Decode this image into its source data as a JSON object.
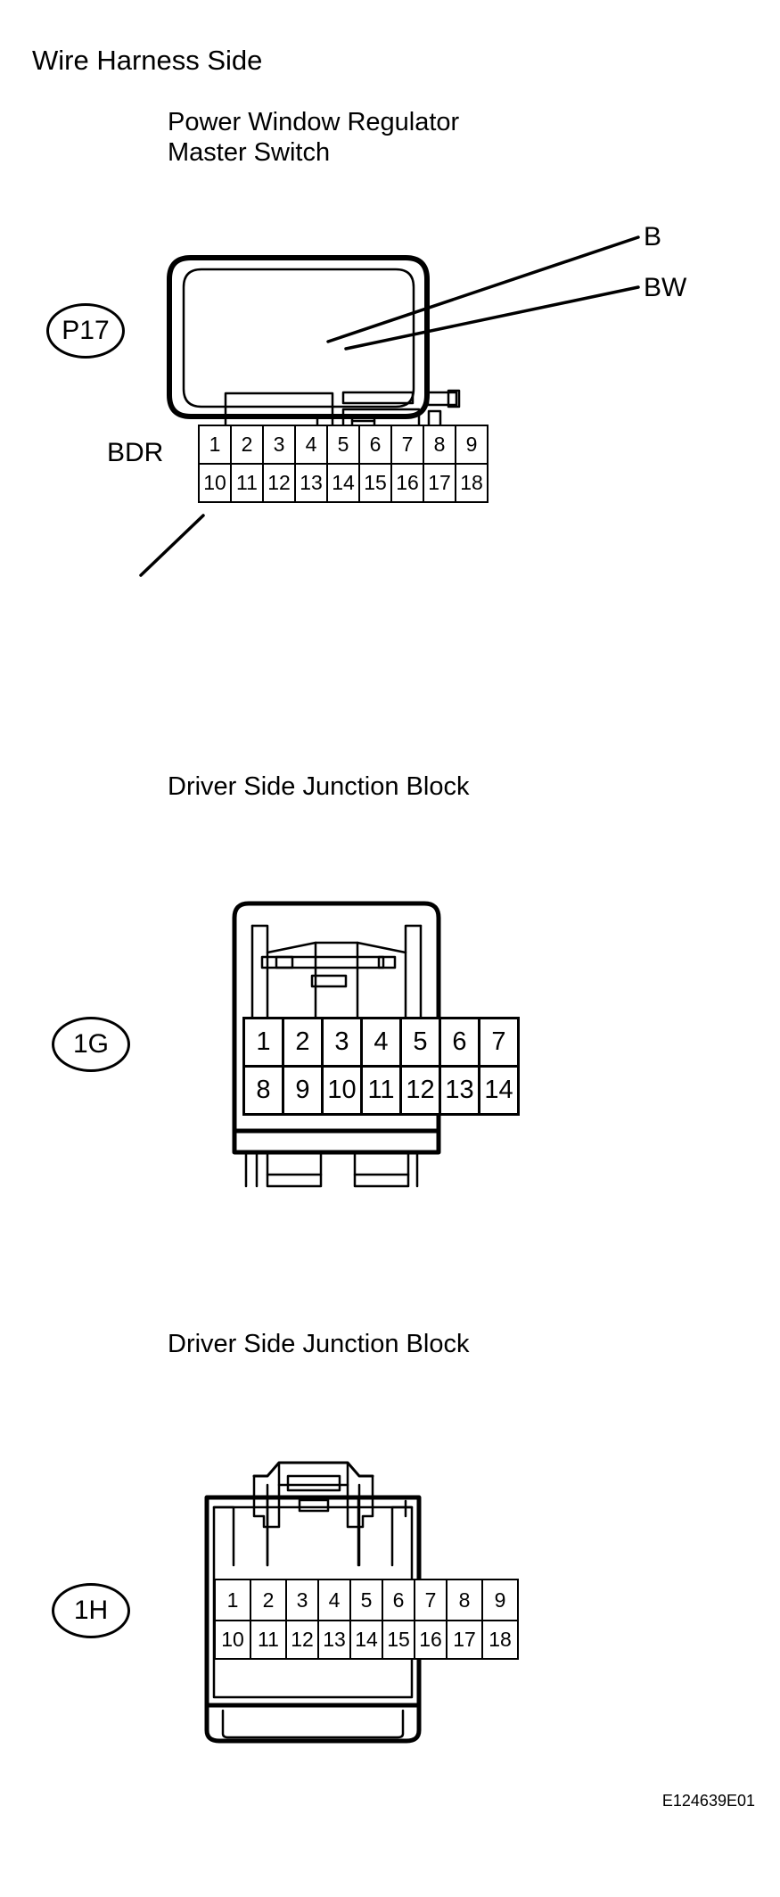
{
  "page": {
    "title": "Wire Harness Side",
    "reference_code": "E124639E01",
    "background": "#ffffff",
    "line_color": "#000000"
  },
  "connectors": [
    {
      "id": "P17",
      "badge": "P17",
      "heading_line1": "Power Window Regulator",
      "heading_line2": "Master Switch",
      "heading": "Power Window Regulator Master Switch",
      "pin_count": 18,
      "rows": [
        [
          "1",
          "2",
          "3",
          "4",
          "5",
          "6",
          "7",
          "8",
          "9"
        ],
        [
          "10",
          "11",
          "12",
          "13",
          "14",
          "15",
          "16",
          "17",
          "18"
        ]
      ],
      "wire_labels": [
        {
          "name": "B",
          "text": "B",
          "pin": "6"
        },
        {
          "name": "BW",
          "text": "BW",
          "pin": "7"
        },
        {
          "name": "BDR",
          "text": "BDR",
          "pin": "11"
        }
      ]
    },
    {
      "id": "1G",
      "badge": "1G",
      "heading": "Driver Side Junction Block",
      "pin_count": 14,
      "rows": [
        [
          "1",
          "2",
          "3",
          "4",
          "5",
          "6",
          "7"
        ],
        [
          "8",
          "9",
          "10",
          "11",
          "12",
          "13",
          "14"
        ]
      ],
      "wire_labels": []
    },
    {
      "id": "1H",
      "badge": "1H",
      "heading": "Driver Side Junction Block",
      "pin_count": 18,
      "rows": [
        [
          "1",
          "2",
          "3",
          "4",
          "5",
          "6",
          "7",
          "8",
          "9"
        ],
        [
          "10",
          "11",
          "12",
          "13",
          "14",
          "15",
          "16",
          "17",
          "18"
        ]
      ],
      "wire_labels": []
    }
  ]
}
